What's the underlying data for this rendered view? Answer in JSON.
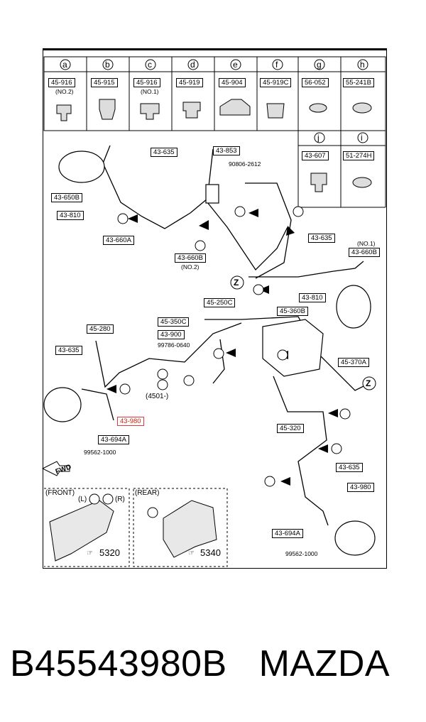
{
  "clip_table": [
    {
      "letter": "a",
      "part": "45-916",
      "note": "(NO.2)"
    },
    {
      "letter": "b",
      "part": "45-915",
      "note": ""
    },
    {
      "letter": "c",
      "part": "45-916",
      "note": "(NO.1)"
    },
    {
      "letter": "d",
      "part": "45-919",
      "note": ""
    },
    {
      "letter": "e",
      "part": "45-904",
      "note": ""
    },
    {
      "letter": "f",
      "part": "45-919C",
      "note": ""
    },
    {
      "letter": "g",
      "part": "56-052",
      "note": ""
    },
    {
      "letter": "h",
      "part": "55-241B",
      "note": ""
    },
    {
      "letter": "j",
      "part": "43-607",
      "note": ""
    },
    {
      "letter": "i",
      "part": "51-274H",
      "note": ""
    }
  ],
  "labels": {
    "l43_635_top": "43-635",
    "l43_853": "43-853",
    "l90806": "90806-2612",
    "l43_650B": "43-650B",
    "l43_810_left": "43-810",
    "l43_660A": "43-660A",
    "l43_660B_mid": "43-660B",
    "no2": "(NO.2)",
    "l43_635_right": "43-635",
    "no1": "(NO.1)",
    "l43_660B_right": "43-660B",
    "l43_810_right": "43-810",
    "l45_250C": "45-250C",
    "l45_360B": "45-360B",
    "l45_350C": "45-350C",
    "l43_900": "43-900",
    "l99786": "99786-0640",
    "l45_280": "45-280",
    "l43_635_mid": "43-635",
    "l45_370A": "45-370A",
    "l4501": "(4501-)",
    "l43_980_highlight": "43-980",
    "l43_694A_left": "43-694A",
    "l99562_left": "99562-1000",
    "l45_320": "45-320",
    "l43_635_lower": "43-635",
    "l43_980_right": "43-980",
    "l43_694A_right": "43-694A",
    "l99562_right": "99562-1000",
    "fwd": "FWD",
    "front": "(FRONT)",
    "rear": "(REAR)",
    "L": "(L)",
    "R": "(R)",
    "ref5320": "5320",
    "ref5340": "5340",
    "Z": "Z",
    "ref_prefix": "☞"
  },
  "footer": {
    "part_number": "B45543980B",
    "brand": "MAZDA"
  },
  "colors": {
    "highlight": "#e03a3a",
    "line": "#000000"
  }
}
